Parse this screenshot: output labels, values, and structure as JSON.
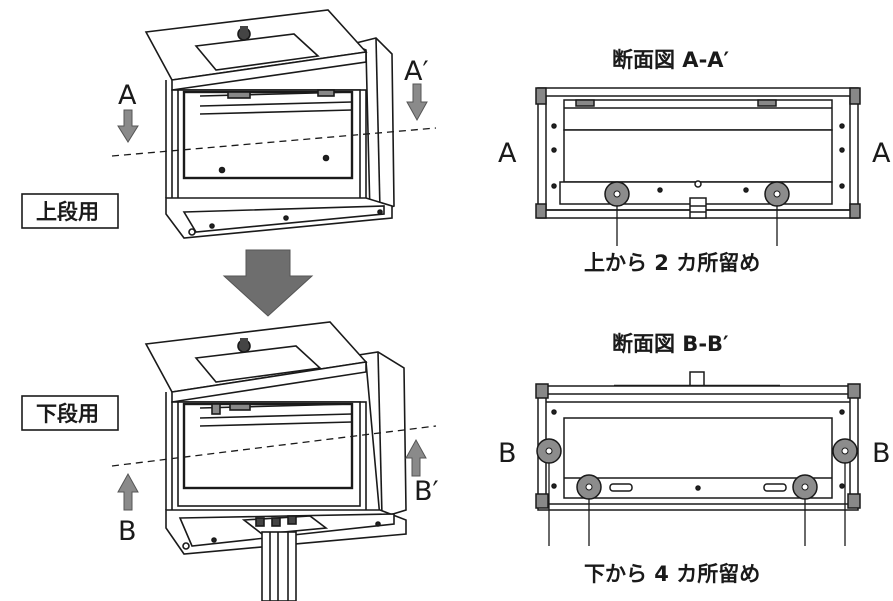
{
  "top_view": {
    "label_a": "A",
    "label_a_prime": "A′",
    "tag": "上段用"
  },
  "bottom_view": {
    "label_b": "B",
    "label_b_prime": "B′",
    "tag": "下段用"
  },
  "section_a": {
    "title": "断面図 A-A′",
    "left_label": "A",
    "right_label": "A",
    "caption": "上から 2 カ所留め"
  },
  "section_b": {
    "title": "断面図 B-B′",
    "left_label": "B",
    "right_label": "B",
    "caption": "下から 4 カ所留め"
  },
  "colors": {
    "line": "#1a1a1a",
    "cabinet_fill": "#ffffff",
    "arrow_fill": "#8a8a8a",
    "big_arrow_fill": "#6e6e6e",
    "bolt_fill": "#8c8c8c"
  }
}
